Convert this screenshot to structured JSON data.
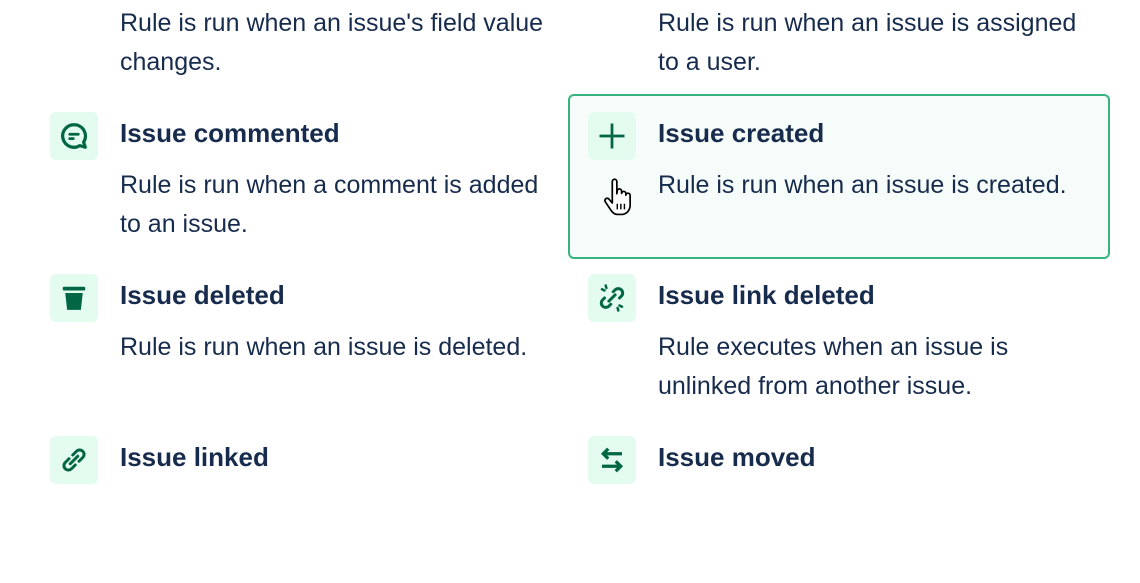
{
  "accent_color": "#36b37e",
  "icon_color": "#006644",
  "triggers": [
    {
      "title": "",
      "description": "Rule is run when an issue's field value changes.",
      "icon": "none"
    },
    {
      "title": "",
      "description": "Rule is run when an issue is assigned to a user.",
      "icon": "none"
    },
    {
      "title": "Issue commented",
      "description": "Rule is run when a comment is added to an issue.",
      "icon": "comment-icon"
    },
    {
      "title": "Issue created",
      "description": "Rule is run when an issue is created.",
      "icon": "plus-icon",
      "selected": true
    },
    {
      "title": "Issue deleted",
      "description": "Rule is run when an issue is deleted.",
      "icon": "trash-icon"
    },
    {
      "title": "Issue link deleted",
      "description": "Rule executes when an issue is unlinked from another issue.",
      "icon": "unlink-icon"
    },
    {
      "title": "Issue linked",
      "description": "",
      "icon": "link-icon"
    },
    {
      "title": "Issue moved",
      "description": "",
      "icon": "arrows-swap-icon"
    }
  ]
}
